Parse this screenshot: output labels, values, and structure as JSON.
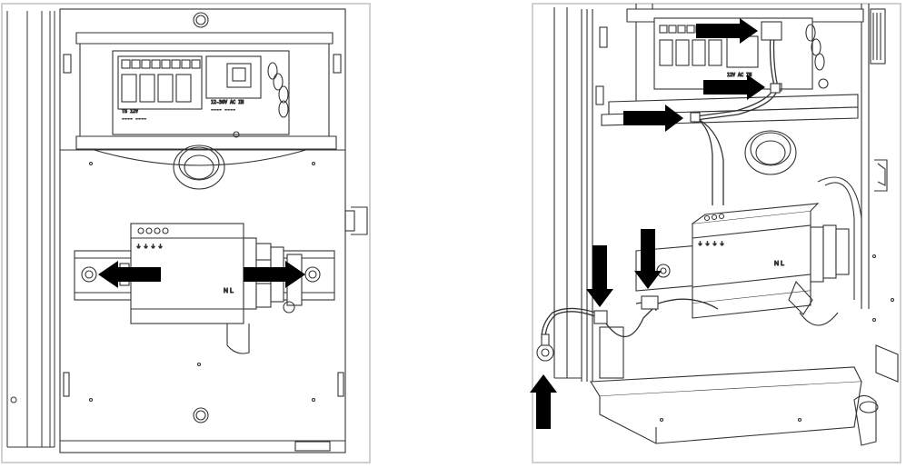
{
  "figure": {
    "left_panel": {
      "module_terminal_marks": "N   L",
      "module_top_text": "⏚ ⏚ ⏚ ⏚"
    },
    "right_panel": {
      "module_terminal_marks": "N   L",
      "module_top_text": "⏚ ⏚ ⏚ ⏚"
    },
    "arrows": {
      "left_panel": [
        {
          "id": "rail-screw-left",
          "direction": "left"
        },
        {
          "id": "rail-screw-right",
          "direction": "right"
        }
      ],
      "right_panel": [
        {
          "id": "board-connector-top",
          "direction": "right"
        },
        {
          "id": "board-connector-mid",
          "direction": "right"
        },
        {
          "id": "cable-clip-board",
          "direction": "right"
        },
        {
          "id": "cable-clip-wall-a",
          "direction": "down"
        },
        {
          "id": "cable-clip-wall-b",
          "direction": "down"
        },
        {
          "id": "ground-ring-terminal",
          "direction": "up"
        }
      ]
    },
    "colors": {
      "line": "#333333",
      "arrow": "#000000",
      "panel_border": "#d0d0d0",
      "background": "#ffffff"
    }
  }
}
